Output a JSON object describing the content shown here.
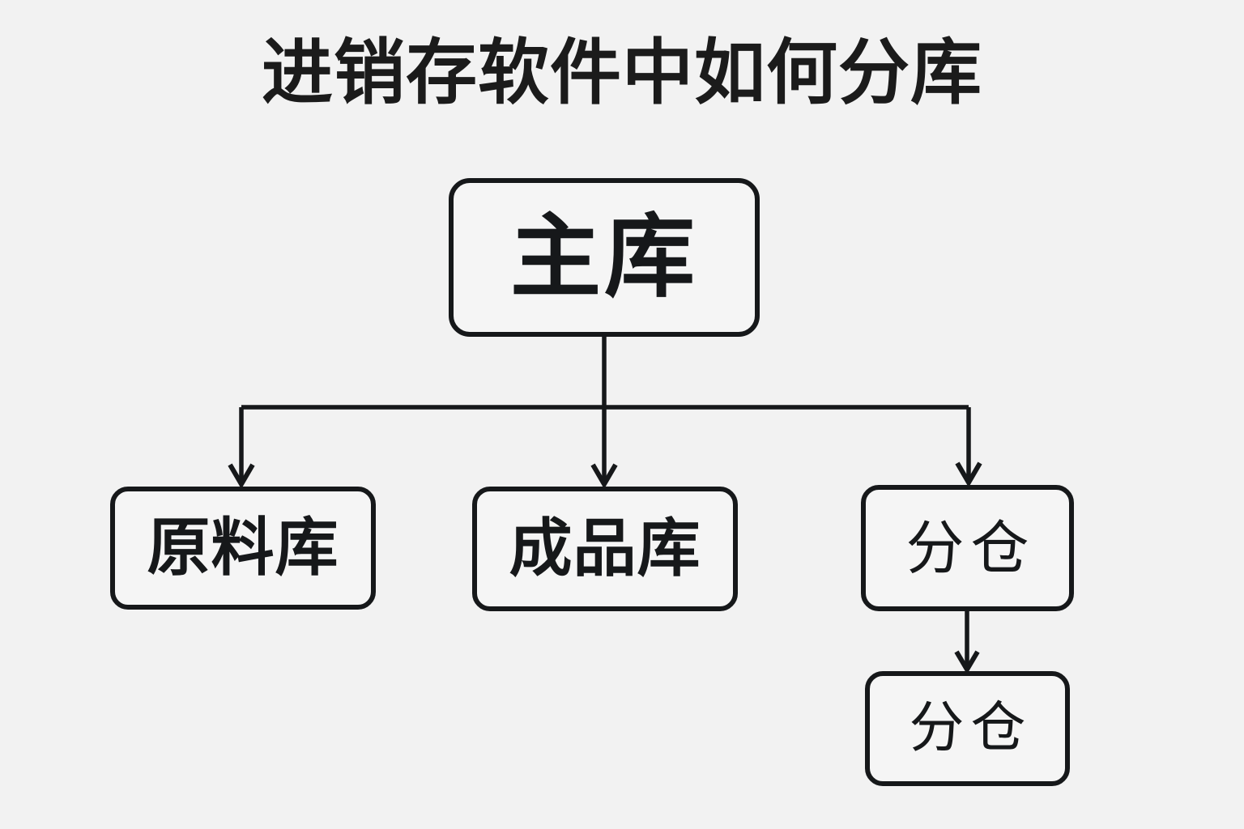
{
  "diagram": {
    "title": "进销存软件中如何分库",
    "background_color": "#f2f2f2",
    "line_color": "#16181a",
    "node_fill_color": "#f5f5f5",
    "type": "hierarchy-tree",
    "nodes": {
      "main": {
        "label": "主库"
      },
      "raw": {
        "label": "原料库"
      },
      "finished": {
        "label": "成品库"
      },
      "sub1": {
        "label": "分仓"
      },
      "sub2": {
        "label": "分仓"
      }
    },
    "edges": [
      {
        "from": "main",
        "to": "raw",
        "style": "orthogonal-arrow"
      },
      {
        "from": "main",
        "to": "finished",
        "style": "straight-arrow"
      },
      {
        "from": "main",
        "to": "sub1",
        "style": "orthogonal-arrow"
      },
      {
        "from": "sub1",
        "to": "sub2",
        "style": "straight-arrow"
      }
    ]
  }
}
